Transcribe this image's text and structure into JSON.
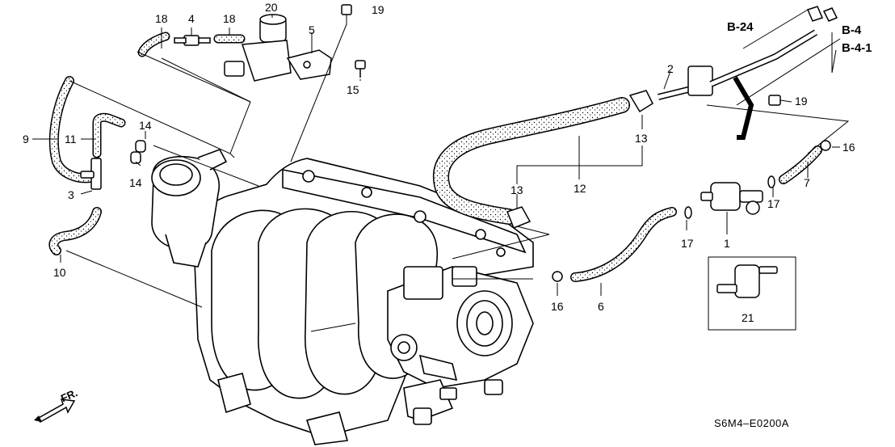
{
  "diagram": {
    "code": "S6M4–E0200A",
    "direction_label": "FR.",
    "refs": {
      "b24": "B-24",
      "b4": "B-4",
      "b41": "B-4-1"
    },
    "callouts": {
      "c1": "1",
      "c2": "2",
      "c3": "3",
      "c4": "4",
      "c5": "5",
      "c6": "6",
      "c7": "7",
      "c9": "9",
      "c10": "10",
      "c11": "11",
      "c12": "12",
      "c13a": "13",
      "c13b": "13",
      "c14a": "14",
      "c14b": "14",
      "c15": "15",
      "c16a": "16",
      "c16b": "16",
      "c17a": "17",
      "c17b": "17",
      "c18a": "18",
      "c18b": "18",
      "c19a": "19",
      "c19b": "19",
      "c20": "20",
      "c21": "21"
    }
  }
}
